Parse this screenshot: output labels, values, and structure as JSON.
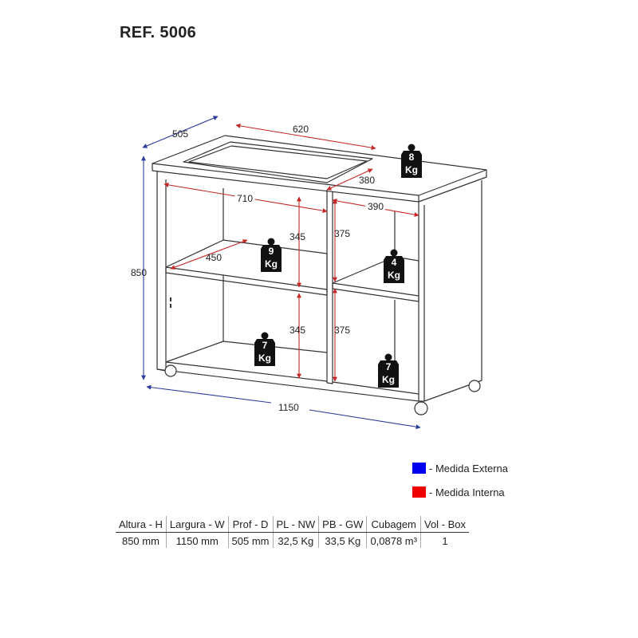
{
  "title": "REF. 5006",
  "dimensions": {
    "depth_top": "505",
    "width_top": "620",
    "height_total": "850",
    "cutout_depth": "380",
    "left_width_internal": "710",
    "right_width_internal": "390",
    "left_height_upper": "345",
    "left_height_lower": "345",
    "right_height_upper": "375",
    "right_height_lower": "375",
    "shelf_depth": "450",
    "total_width": "1150"
  },
  "weights": {
    "top": [
      "8",
      "Kg"
    ],
    "left_shelf": [
      "9",
      "Kg"
    ],
    "left_bottom": [
      "7",
      "Kg"
    ],
    "right_shelf": [
      "4",
      "Kg"
    ],
    "right_bottom": [
      "7",
      "Kg"
    ]
  },
  "legend": [
    {
      "label": "- Medida Externa",
      "color": "#0000ee"
    },
    {
      "label": "- Medida Interna",
      "color": "#ee0000"
    }
  ],
  "colors": {
    "external": "#2b3a9c",
    "internal": "#c62828",
    "outline": "#333333",
    "weight": "#111111"
  },
  "table": {
    "headers": [
      "Altura - H",
      "Largura - W",
      "Prof - D",
      "PL - NW",
      "PB - GW",
      "Cubagem",
      "Vol - Box"
    ],
    "rows": [
      [
        "850 mm",
        "1150 mm",
        "505 mm",
        "32,5 Kg",
        "33,5 Kg",
        "0,0878 m³",
        "1"
      ]
    ]
  }
}
